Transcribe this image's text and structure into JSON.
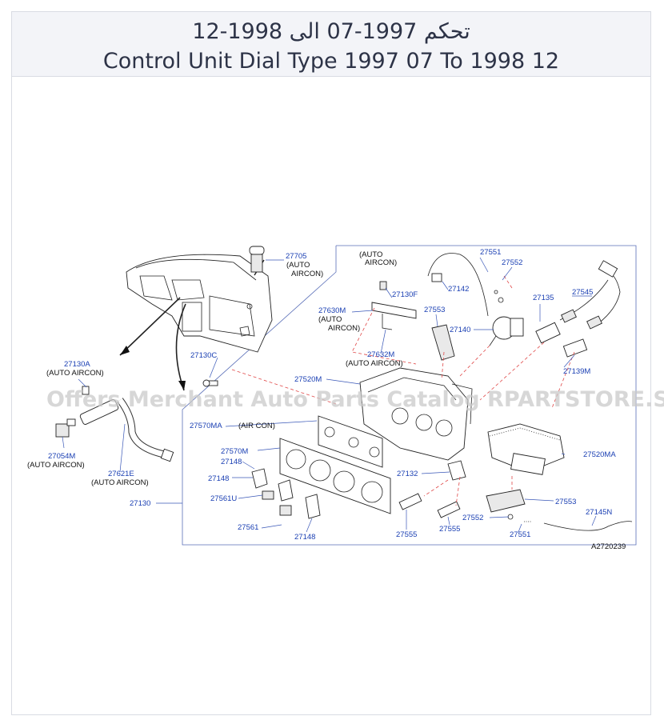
{
  "header": {
    "title_ar": "تحكم 1997-07 الى 1998-12",
    "title_en": "Control Unit Dial Type 1997 07 To 1998 12"
  },
  "diagram": {
    "watermark": "Offers Merchant Auto Parts Catalog RPARTSTORE.SA",
    "figure_code": "A2720239",
    "parts": {
      "p27705": "27705",
      "n27705": "(AUTO",
      "n27705b": "AIRCON)",
      "n_auto_top": "(AUTO",
      "n_aircon_top": "AIRCON)",
      "p27551a": "27551",
      "p27552a": "27552",
      "p27142": "27142",
      "p27130f": "27130F",
      "p27545": "27545",
      "p27630m": "27630M",
      "n27630m": "(AUTO",
      "n27630m_b": "AIRCON)",
      "p27553a": "27553",
      "p27135": "27135",
      "p27140": "27140",
      "p27632m": "27632M",
      "n27632m": "(AUTO   AIRCON)",
      "p27130a": "27130A",
      "n27130a": "(AUTO   AIRCON)",
      "p27130c": "27130C",
      "p27139m": "27139M",
      "p27520m": "27520M",
      "p27570ma": "27570MA",
      "n_aircon": "(AIR   CON)",
      "p27054m": "27054M",
      "n27054m": "(AUTO   AIRCON)",
      "p27570m": "27570M",
      "p27148a": "27148",
      "p27520ma": "27520MA",
      "p27621e": "27621E",
      "n27621e": "(AUTO   AIRCON)",
      "p27148b": "27148",
      "p27132": "27132",
      "p27561u": "27561U",
      "p27553b": "27553",
      "p27130": "27130",
      "p27145n": "27145N",
      "p27552b": "27552",
      "p27561": "27561",
      "p27148c": "27148",
      "p27555a": "27555",
      "p27555b": "27555",
      "p27551b": "27551"
    }
  }
}
